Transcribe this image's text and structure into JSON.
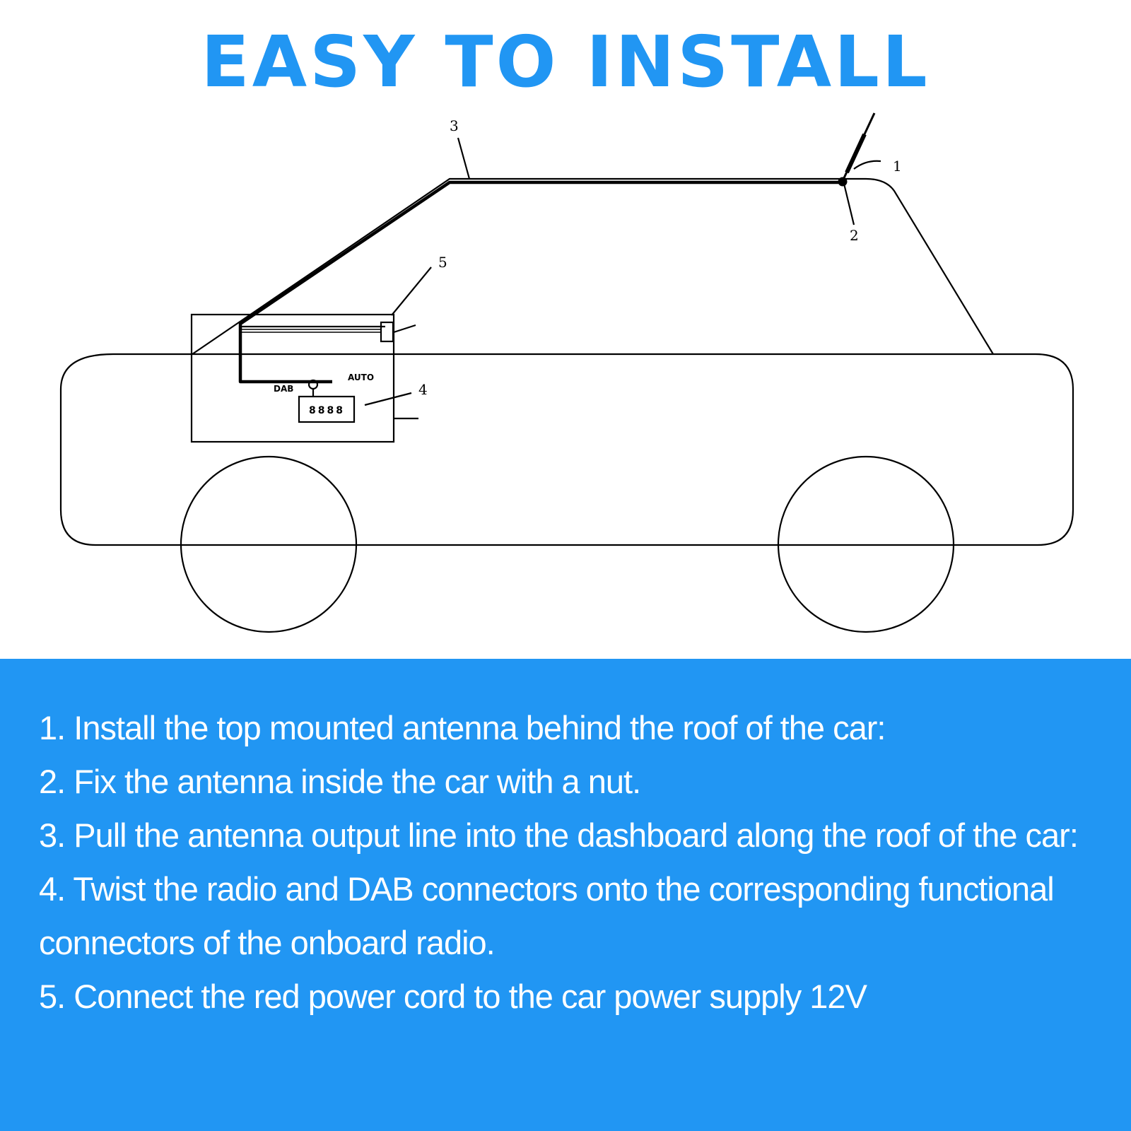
{
  "title": "EASY TO INSTALL",
  "diagram": {
    "callouts": [
      "1",
      "2",
      "3",
      "4",
      "5"
    ],
    "connector_labels": {
      "dab": "DAB",
      "radio_display": "8888",
      "fm": "AUTO"
    }
  },
  "steps": [
    "1. Install the top mounted antenna behind the roof of the car:",
    "2. Fix the antenna inside the car with a nut.",
    "3. Pull the antenna output line into the dashboard along the roof of the car:",
    "4. Twist the radio and DAB connectors onto the corresponding functional connectors of the onboard radio.",
    "5. Connect the red power cord to the car power supply 12V"
  ],
  "colors": {
    "accent": "#2196f3",
    "panel_text": "#ffffff",
    "line_art": "#000000"
  }
}
